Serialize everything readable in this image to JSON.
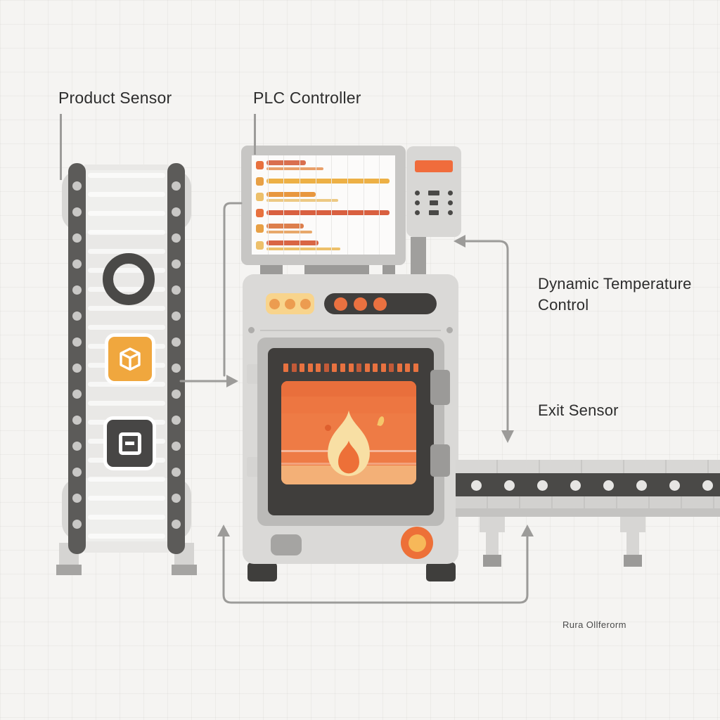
{
  "labels": {
    "product_sensor": "Product Sensor",
    "plc_controller": "PLC Controller",
    "dynamic_temperature_control": "Dynamic Temperature Control",
    "exit_sensor": "Exit Sensor",
    "watermark": "Rura Ollferorm"
  },
  "colors": {
    "background": "#F5F4F2",
    "text": "#2D2D2D",
    "arrow_grey": "#9C9B99",
    "accent_orange": "#ED7038",
    "accent_amber": "#F0A73E",
    "accent_yellow": "#F7B859",
    "panel_display_orange": "#F06C3C",
    "dark_grey": "#403E3C",
    "rail_grey": "#5C5B59",
    "body_grey": "#DAD9D7"
  },
  "plc_screen": {
    "type": "horizontal-bar-display",
    "grid_columns": 9,
    "rows": [
      {
        "icon_color": "#E8713E",
        "bars": [
          {
            "pct": 32,
            "thick": true,
            "color": "#D96F4F"
          },
          {
            "pct": 46,
            "thick": false,
            "color": "#E9A06A"
          }
        ]
      },
      {
        "icon_color": "#E8A045",
        "bars": [
          {
            "pct": 100,
            "thick": true,
            "color": "#EDB045"
          }
        ]
      },
      {
        "icon_color": "#EDC06A",
        "bars": [
          {
            "pct": 40,
            "thick": true,
            "color": "#E8973F"
          },
          {
            "pct": 58,
            "thick": false,
            "color": "#EDC983"
          }
        ]
      },
      {
        "icon_color": "#E8713E",
        "bars": [
          {
            "pct": 100,
            "thick": true,
            "color": "#D96040"
          }
        ]
      },
      {
        "icon_color": "#E8A045",
        "bars": [
          {
            "pct": 30,
            "thick": true,
            "color": "#DD7E4C"
          },
          {
            "pct": 37,
            "thick": false,
            "color": "#E8A86A"
          }
        ]
      },
      {
        "icon_color": "#EDC06A",
        "bars": [
          {
            "pct": 42,
            "thick": true,
            "color": "#D96545"
          },
          {
            "pct": 60,
            "thick": false,
            "color": "#EDC06A"
          }
        ]
      }
    ]
  },
  "control_panel": {
    "side_dot_rows": 3,
    "key_widths": [
      16,
      12,
      14
    ]
  },
  "oven": {
    "yellow_pill_dots": 3,
    "dark_pill_dots": 3,
    "vent_count": 17
  },
  "entry_conveyor": {
    "rail_dots": 14,
    "belt_stripes": 20,
    "products": [
      "ring",
      "orange-box",
      "dark-box"
    ]
  },
  "exit_conveyor": {
    "rollers": 8
  }
}
